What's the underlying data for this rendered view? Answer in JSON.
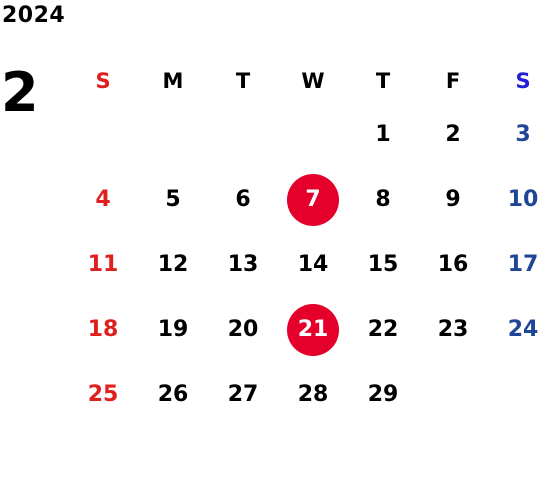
{
  "year": "2024",
  "month": "2",
  "colors": {
    "sunday": "#e0201e",
    "saturday_header": "#1f1fd6",
    "saturday": "#1f4596",
    "weekday": "#000000",
    "highlight_bg": "#e4002b",
    "highlight_text": "#ffffff"
  },
  "weekdays": [
    "S",
    "M",
    "T",
    "W",
    "T",
    "F",
    "S"
  ],
  "weeks": [
    [
      "",
      "",
      "",
      "",
      "1",
      "2",
      "3"
    ],
    [
      "4",
      "5",
      "6",
      "7",
      "8",
      "9",
      "10"
    ],
    [
      "11",
      "12",
      "13",
      "14",
      "15",
      "16",
      "17"
    ],
    [
      "18",
      "19",
      "20",
      "21",
      "22",
      "23",
      "24"
    ],
    [
      "25",
      "26",
      "27",
      "28",
      "29",
      "",
      ""
    ]
  ],
  "highlighted_days": [
    "7",
    "21"
  ]
}
